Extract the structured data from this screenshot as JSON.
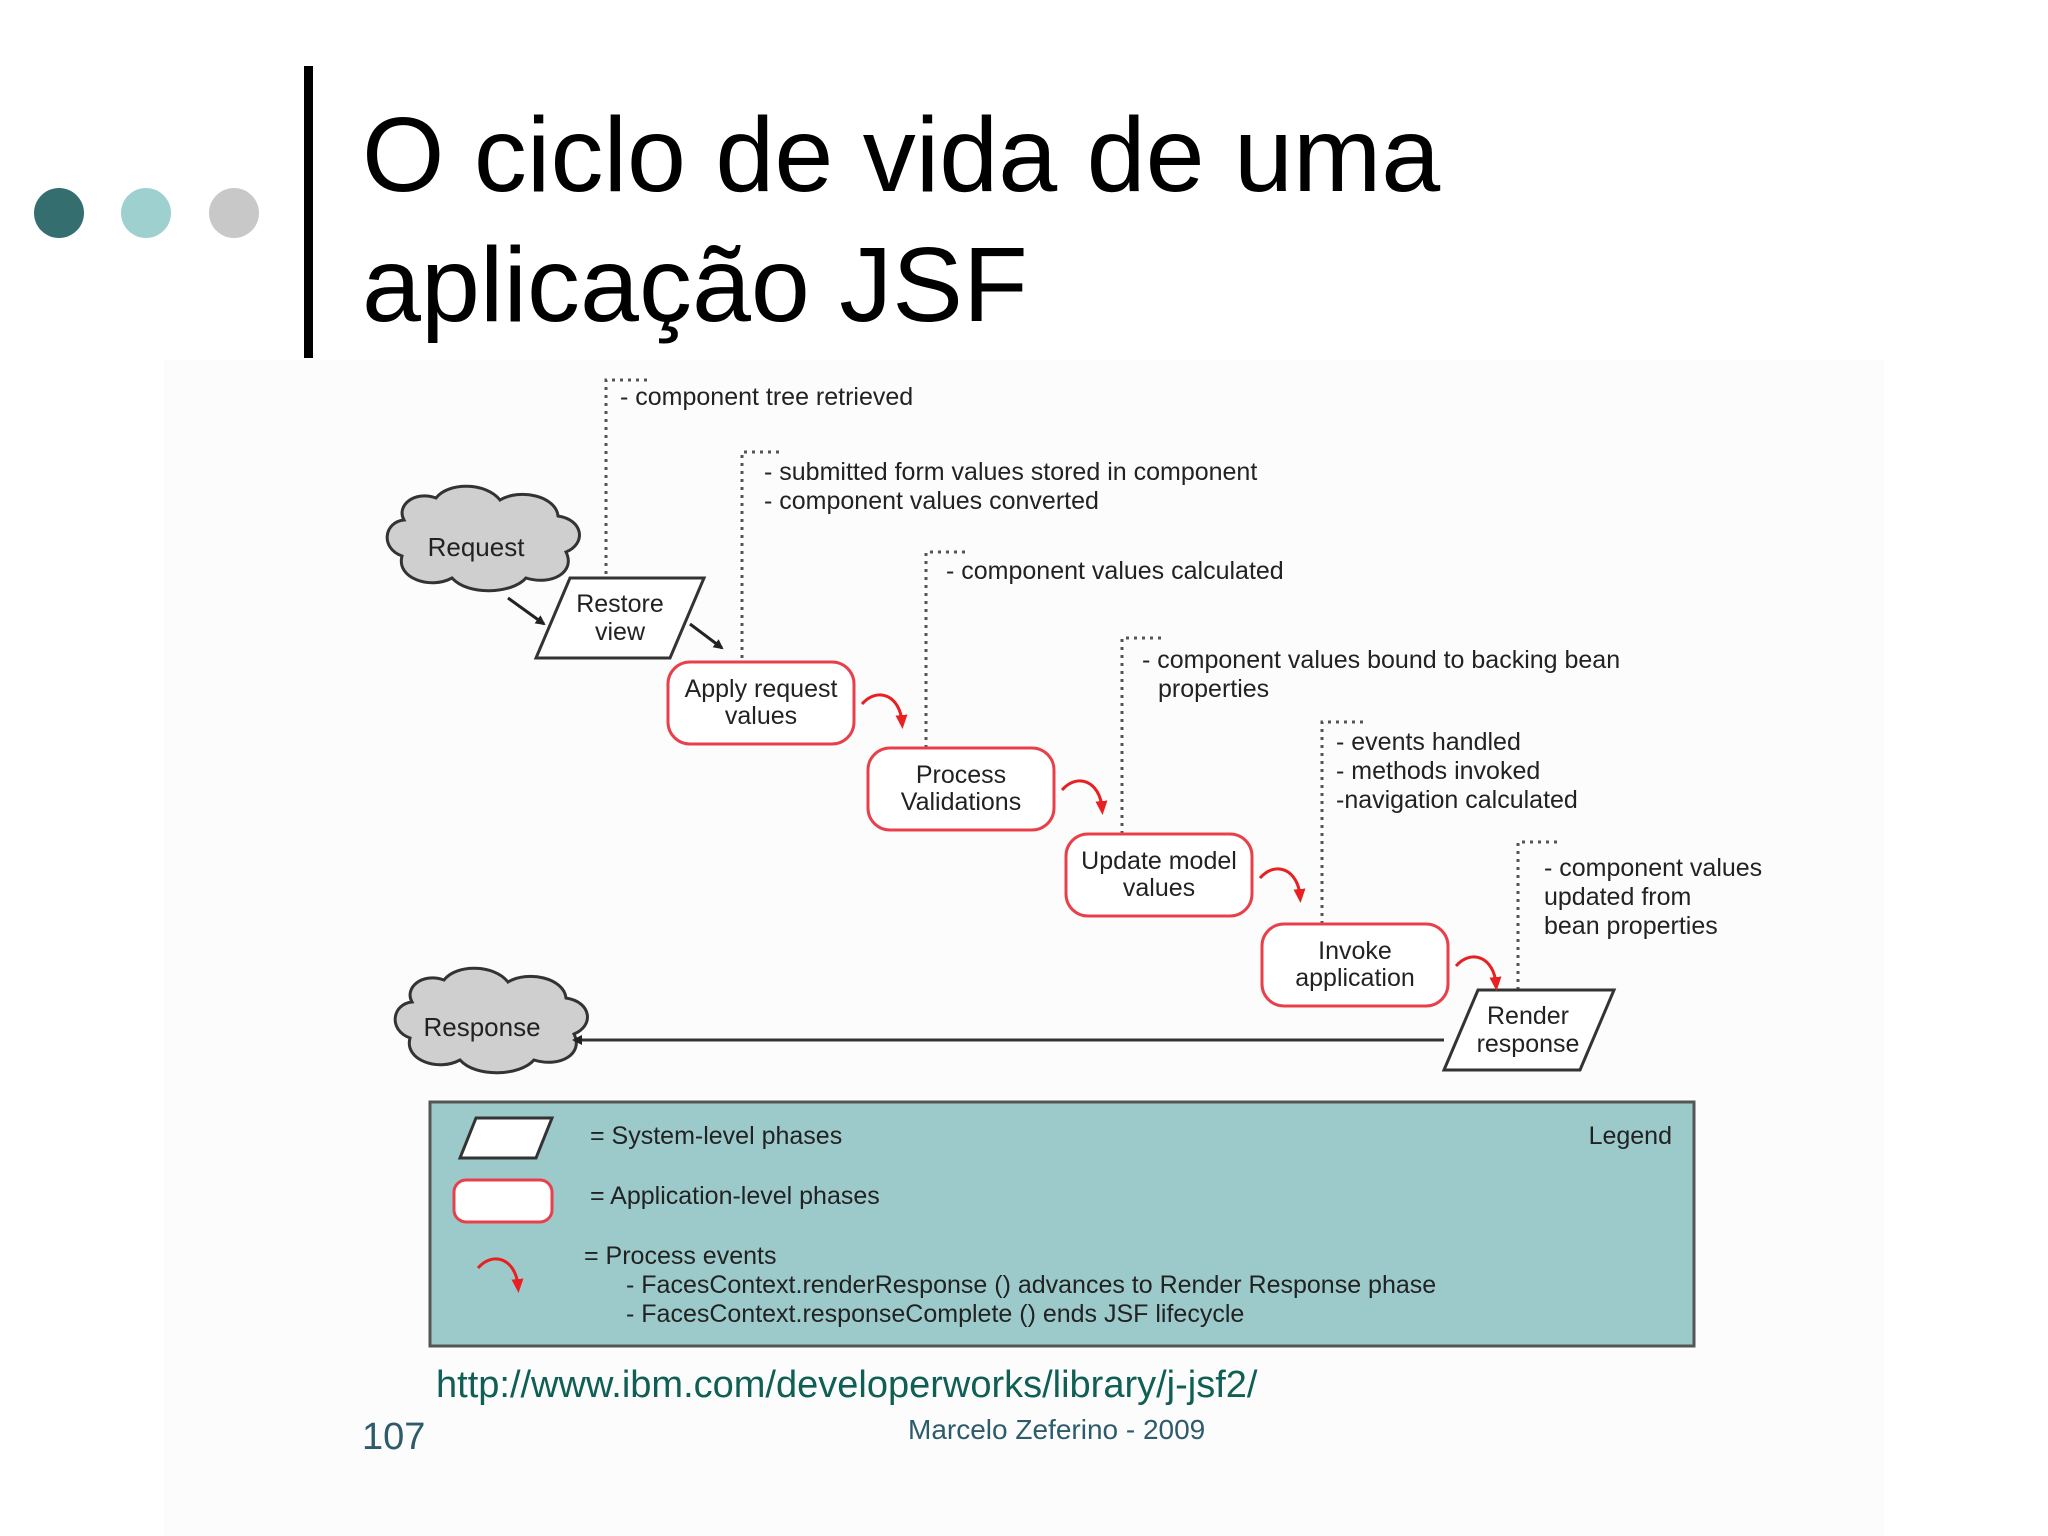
{
  "slide": {
    "title_line1": "O ciclo de vida de uma",
    "title_line2": "aplicação JSF",
    "source_url": "http://www.ibm.com/developerworks/library/j-jsf2/",
    "page_number": "107",
    "author": "Marcelo Zeferino - 2009"
  },
  "colors": {
    "dot1": "#356e6e",
    "dot2": "#9ed0d0",
    "dot3": "#c8c8c8",
    "legend_background": "#9ccaca",
    "application_phase_border": "#e8404a",
    "process_event_arrow": "#e82020",
    "cloud_fill": "#cfcfcf"
  },
  "diagram": {
    "request": "Request",
    "response": "Response",
    "phases": {
      "restore_view": [
        "Restore",
        "view"
      ],
      "apply_request_values": [
        "Apply request",
        "values"
      ],
      "process_validations": [
        "Process",
        "Validations"
      ],
      "update_model_values": [
        "Update model",
        "values"
      ],
      "invoke_application": [
        "Invoke",
        "application"
      ],
      "render_response": [
        "Render",
        "response"
      ]
    },
    "notes": {
      "restore_view": [
        "- component tree retrieved"
      ],
      "apply_request_values": [
        "- submitted form values stored in component",
        "- component values converted"
      ],
      "process_validations": [
        "- component values calculated"
      ],
      "update_model_values": [
        "- component values bound to backing bean",
        "properties"
      ],
      "invoke_application": [
        "- events handled",
        "- methods invoked",
        "-navigation calculated"
      ],
      "render_response": [
        "- component values",
        "updated from",
        "bean properties"
      ]
    },
    "legend": {
      "title": "Legend",
      "system_level": "= System-level phases",
      "application_level": "= Application-level phases",
      "process_events": "= Process events",
      "render_response_note": "- FacesContext.renderResponse () advances to Render Response phase",
      "response_complete_note": "- FacesContext.responseComplete () ends JSF lifecycle"
    }
  }
}
